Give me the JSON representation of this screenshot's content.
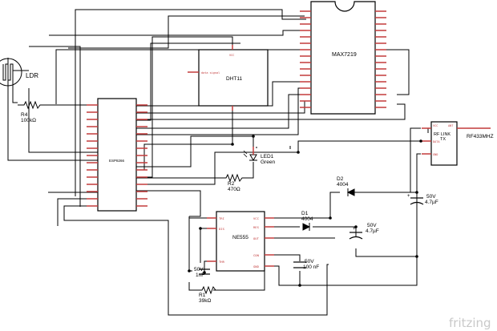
{
  "components": {
    "ldr": {
      "label": "LDR"
    },
    "r4": {
      "ref": "R4",
      "value": "100kΩ"
    },
    "esp": {
      "label": "ESP8266"
    },
    "dht": {
      "label": "DHT11",
      "pin_data": "data signal",
      "pin_vcc": "VCC"
    },
    "max": {
      "label": "MAX7219"
    },
    "led1": {
      "ref": "LED1",
      "value": "Green"
    },
    "r2": {
      "ref": "R2",
      "value": "470Ω"
    },
    "rf": {
      "label_line1": "RF LINK",
      "label_line2": "TX",
      "antenna": "RF433MHZ",
      "pin_vcc": "VCC",
      "pin_ant": "ANT",
      "pin_data": "DATA",
      "pin_gnd": "GND"
    },
    "d2": {
      "ref": "D2",
      "value": "4004"
    },
    "d1": {
      "ref": "D1",
      "value": "4004"
    },
    "c_top": {
      "voltage": "50V",
      "value": "4.7µF"
    },
    "c_mid": {
      "voltage": "50V",
      "value": "4.7µF"
    },
    "c_100n": {
      "voltage": "50V",
      "value": "100 nF"
    },
    "c_1n": {
      "voltage": "50V",
      "value": "1nF"
    },
    "ne555": {
      "label": "NE555",
      "pins_left": [
        "TRI",
        "DIS",
        "THR"
      ],
      "pins_right": [
        "VCC",
        "RES",
        "OUT",
        "CON",
        "GND"
      ]
    },
    "r1": {
      "ref": "R1",
      "value": "39kΩ"
    }
  },
  "watermark": "fritzing",
  "colors": {
    "wire": "#000000",
    "pin": "#c23a3a",
    "pin_text": "#c23a3a",
    "body": "#000000",
    "watermark": "#c9c9c9"
  }
}
